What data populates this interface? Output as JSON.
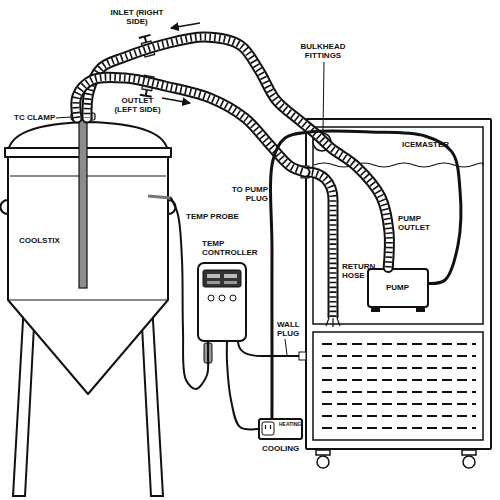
{
  "diagram": {
    "nodes": [
      {
        "text": [
          "COOLSTIX"
        ]
      },
      {
        "text": [
          "TEMP CONTROLLER"
        ]
      },
      {
        "text": [
          "HEATING",
          "COOLING"
        ]
      },
      {
        "text": [
          "ICEMASTER"
        ]
      },
      {
        "text": [
          "PUMP"
        ],
        "in": 3
      }
    ],
    "edges": [
      {
        "from": 4,
        "to": 0,
        "arrow": "none"
      },
      {
        "from": 0,
        "to": 3,
        "arrow": "none"
      },
      {
        "from": 0,
        "to": 1,
        "arrow": "none"
      },
      {
        "from": 1,
        "to": 2,
        "arrow": "none"
      },
      {
        "from": 4,
        "to": 2,
        "label": "TO PUMP PLUG",
        "arrow": "none"
      }
    ],
    "labels": [
      "INLET (RIGHT SIDE)",
      "OUTLET (LEFT SIDE)",
      "TC CLAMP",
      "BULKHEAD FITTINGS",
      "TEMP PROBE",
      "PUMP OUTLET",
      "RETURN HOSE",
      "WALL PLUG"
    ]
  }
}
